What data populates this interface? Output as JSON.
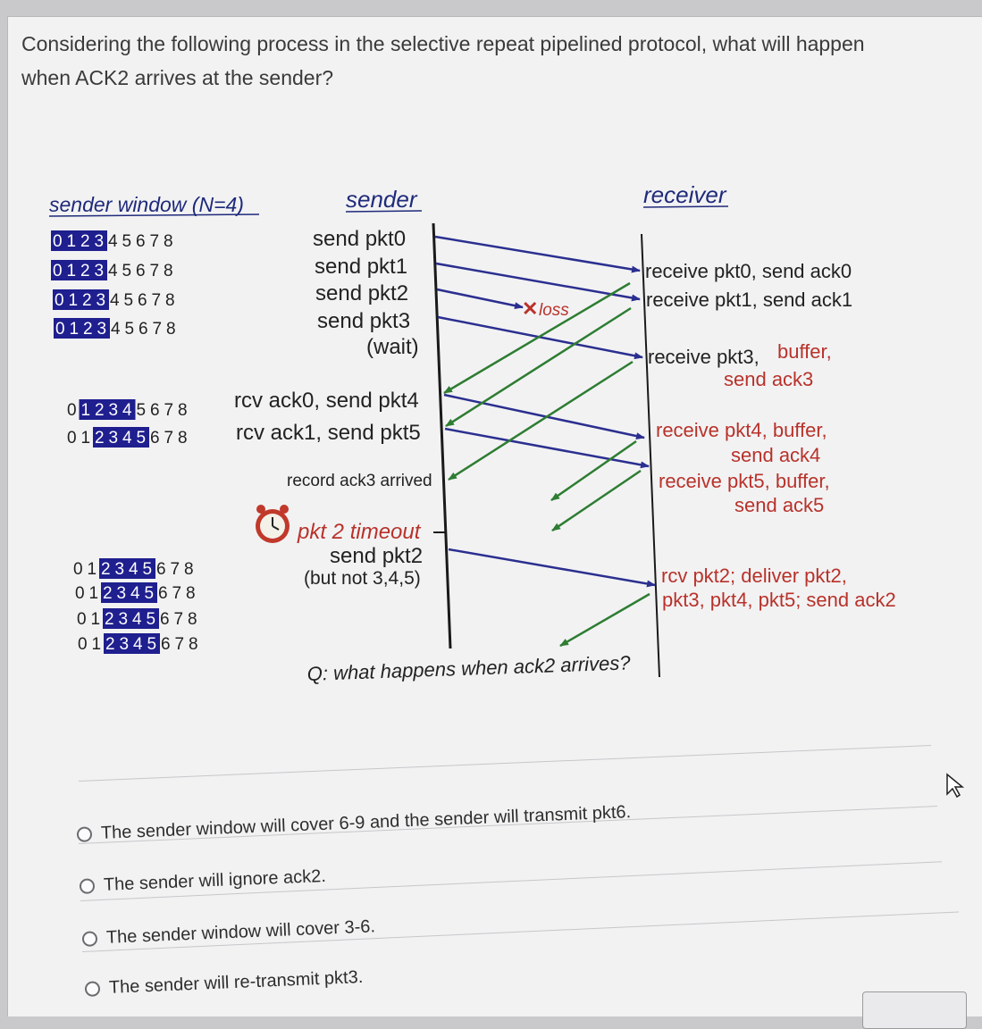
{
  "question": {
    "line1": "Considering the following process in the selective repeat pipelined protocol, what will happen",
    "line2": "when ACK2 arrives at the sender?"
  },
  "figure": {
    "headers": {
      "window": "sender window (N=4)",
      "sender": "sender",
      "receiver": "receiver"
    },
    "sequence_digits": "0 1 2 3 4 5 6 7 8",
    "window_rows": [
      {
        "highlight_start": 0,
        "highlight_len": 4
      },
      {
        "highlight_start": 0,
        "highlight_len": 4
      },
      {
        "highlight_start": 0,
        "highlight_len": 4
      },
      {
        "highlight_start": 0,
        "highlight_len": 4
      },
      {
        "highlight_start": 1,
        "highlight_len": 4
      },
      {
        "highlight_start": 2,
        "highlight_len": 4
      },
      {
        "highlight_start": 2,
        "highlight_len": 4
      },
      {
        "highlight_start": 2,
        "highlight_len": 4
      },
      {
        "highlight_start": 2,
        "highlight_len": 4
      },
      {
        "highlight_start": 2,
        "highlight_len": 4
      }
    ],
    "sender_events": {
      "send_pkt0": "send  pkt0",
      "send_pkt1": "send  pkt1",
      "send_pkt2": "send  pkt2",
      "send_pkt3": "send  pkt3",
      "wait": "(wait)",
      "rcv_ack0": "rcv ack0, send pkt4",
      "rcv_ack1": "rcv ack1, send pkt5",
      "record_ack3": "record ack3 arrived",
      "timeout": "pkt 2 timeout",
      "resend_pkt2": "send  pkt2",
      "but_not": "(but not 3,4,5)"
    },
    "loss_label": "loss",
    "receiver_events": {
      "r0": "receive pkt0, send ack0",
      "r1": "receive pkt1, send ack1",
      "r3a": "receive pkt3,",
      "r3b": "buffer,",
      "r3c": "send ack3",
      "r4a": "receive pkt4, buffer,",
      "r4b": "send ack4",
      "r5a": "receive pkt5, buffer,",
      "r5b": "send ack5",
      "r2a": "rcv pkt2; deliver pkt2,",
      "r2b": "pkt3, pkt4, pkt5; send ack2"
    },
    "caption": "Q: what happens when ack2 arrives?",
    "colors": {
      "data_arrow": "#2b2f8f",
      "ack_arrow": "#2e7d32",
      "highlight": "#1f1f8f",
      "accent_red": "#b8322a"
    }
  },
  "options": [
    {
      "label": "The sender window will cover 6-9 and the sender will transmit pkt6."
    },
    {
      "label": "The sender will ignore ack2."
    },
    {
      "label": "The sender window will cover 3-6."
    },
    {
      "label": "The sender will re-transmit pkt3."
    }
  ]
}
